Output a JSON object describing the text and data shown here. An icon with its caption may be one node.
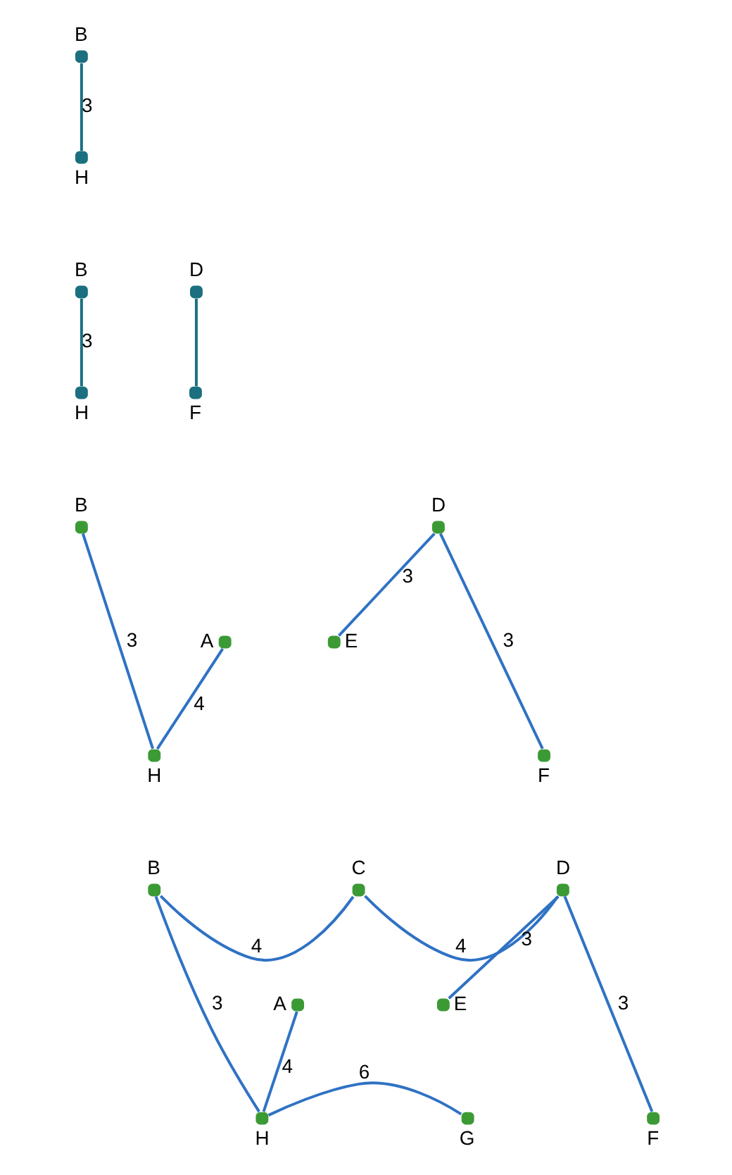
{
  "diagram": {
    "nodes": [
      {
        "text": [
          "B"
        ]
      },
      {
        "text": [
          "H"
        ]
      },
      {
        "text": [
          "B"
        ]
      },
      {
        "text": [
          "H"
        ]
      },
      {
        "text": [
          "D"
        ]
      },
      {
        "text": [
          "F"
        ]
      },
      {
        "text": [
          "B"
        ]
      },
      {
        "text": [
          "A"
        ]
      },
      {
        "text": [
          "H"
        ]
      },
      {
        "text": [
          "D"
        ]
      },
      {
        "text": [
          "E"
        ]
      },
      {
        "text": [
          "F"
        ]
      },
      {
        "text": [
          "B"
        ]
      },
      {
        "text": [
          "C"
        ]
      },
      {
        "text": [
          "D"
        ]
      },
      {
        "text": [
          "A"
        ]
      },
      {
        "text": [
          "E"
        ]
      },
      {
        "text": [
          "H"
        ]
      },
      {
        "text": [
          "G"
        ]
      },
      {
        "text": [
          "F"
        ]
      }
    ],
    "edges": [
      {
        "from": 0,
        "to": 1,
        "arrow": "none",
        "label": "3",
        "color": "#1b6f7f"
      },
      {
        "from": 2,
        "to": 3,
        "arrow": "none",
        "label": "3",
        "color": "#1b6f7f"
      },
      {
        "from": 4,
        "to": 5,
        "arrow": "none",
        "color": "#1b6f7f"
      },
      {
        "from": 6,
        "to": 8,
        "arrow": "none",
        "label": "3"
      },
      {
        "from": 7,
        "to": 8,
        "arrow": "none",
        "label": "4"
      },
      {
        "from": 9,
        "to": 10,
        "arrow": "none",
        "label": "3"
      },
      {
        "from": 9,
        "to": 11,
        "arrow": "none",
        "label": "3"
      },
      {
        "from": 12,
        "to": 13,
        "arrow": "none",
        "label": "4"
      },
      {
        "from": 13,
        "to": 14,
        "arrow": "none",
        "label": "4"
      },
      {
        "from": 14,
        "to": 16,
        "arrow": "none",
        "label": "3"
      },
      {
        "from": 12,
        "to": 17,
        "arrow": "none",
        "label": "3"
      },
      {
        "from": 15,
        "to": 17,
        "arrow": "none",
        "label": "4"
      },
      {
        "from": 14,
        "to": 19,
        "arrow": "none",
        "label": "3"
      },
      {
        "from": 17,
        "to": 18,
        "arrow": "none",
        "label": "6"
      }
    ]
  }
}
